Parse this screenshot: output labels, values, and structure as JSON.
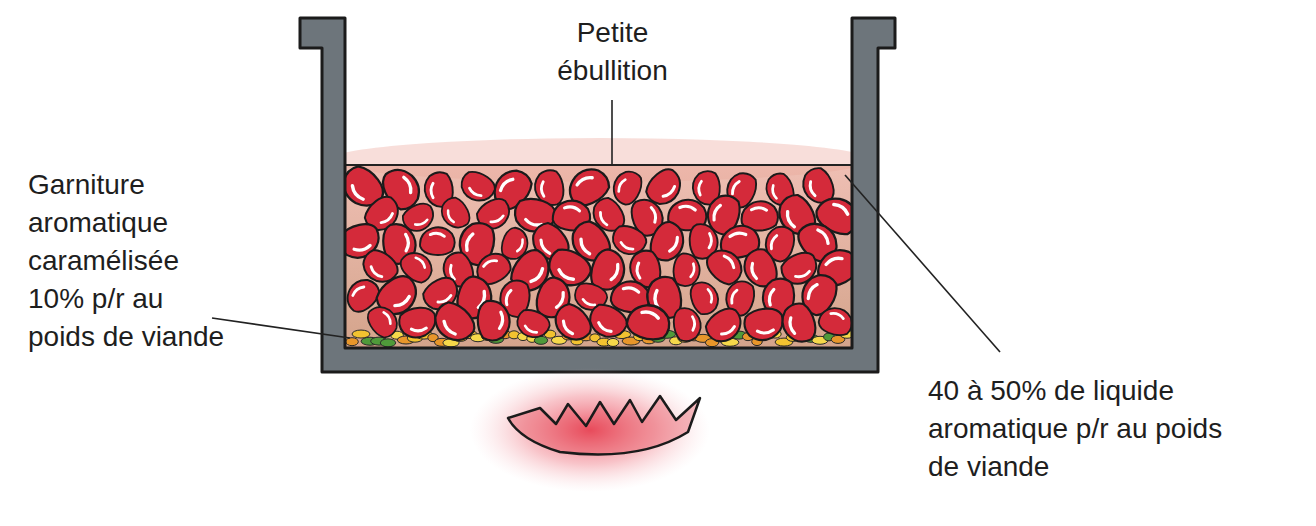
{
  "diagram": {
    "labels": [
      "Petite ébullition",
      "Garniture aromatique caramélisée 10% p/r au poids de viande",
      "40 à 50% de liquide aromatique p/r au poids de viande"
    ]
  }
}
